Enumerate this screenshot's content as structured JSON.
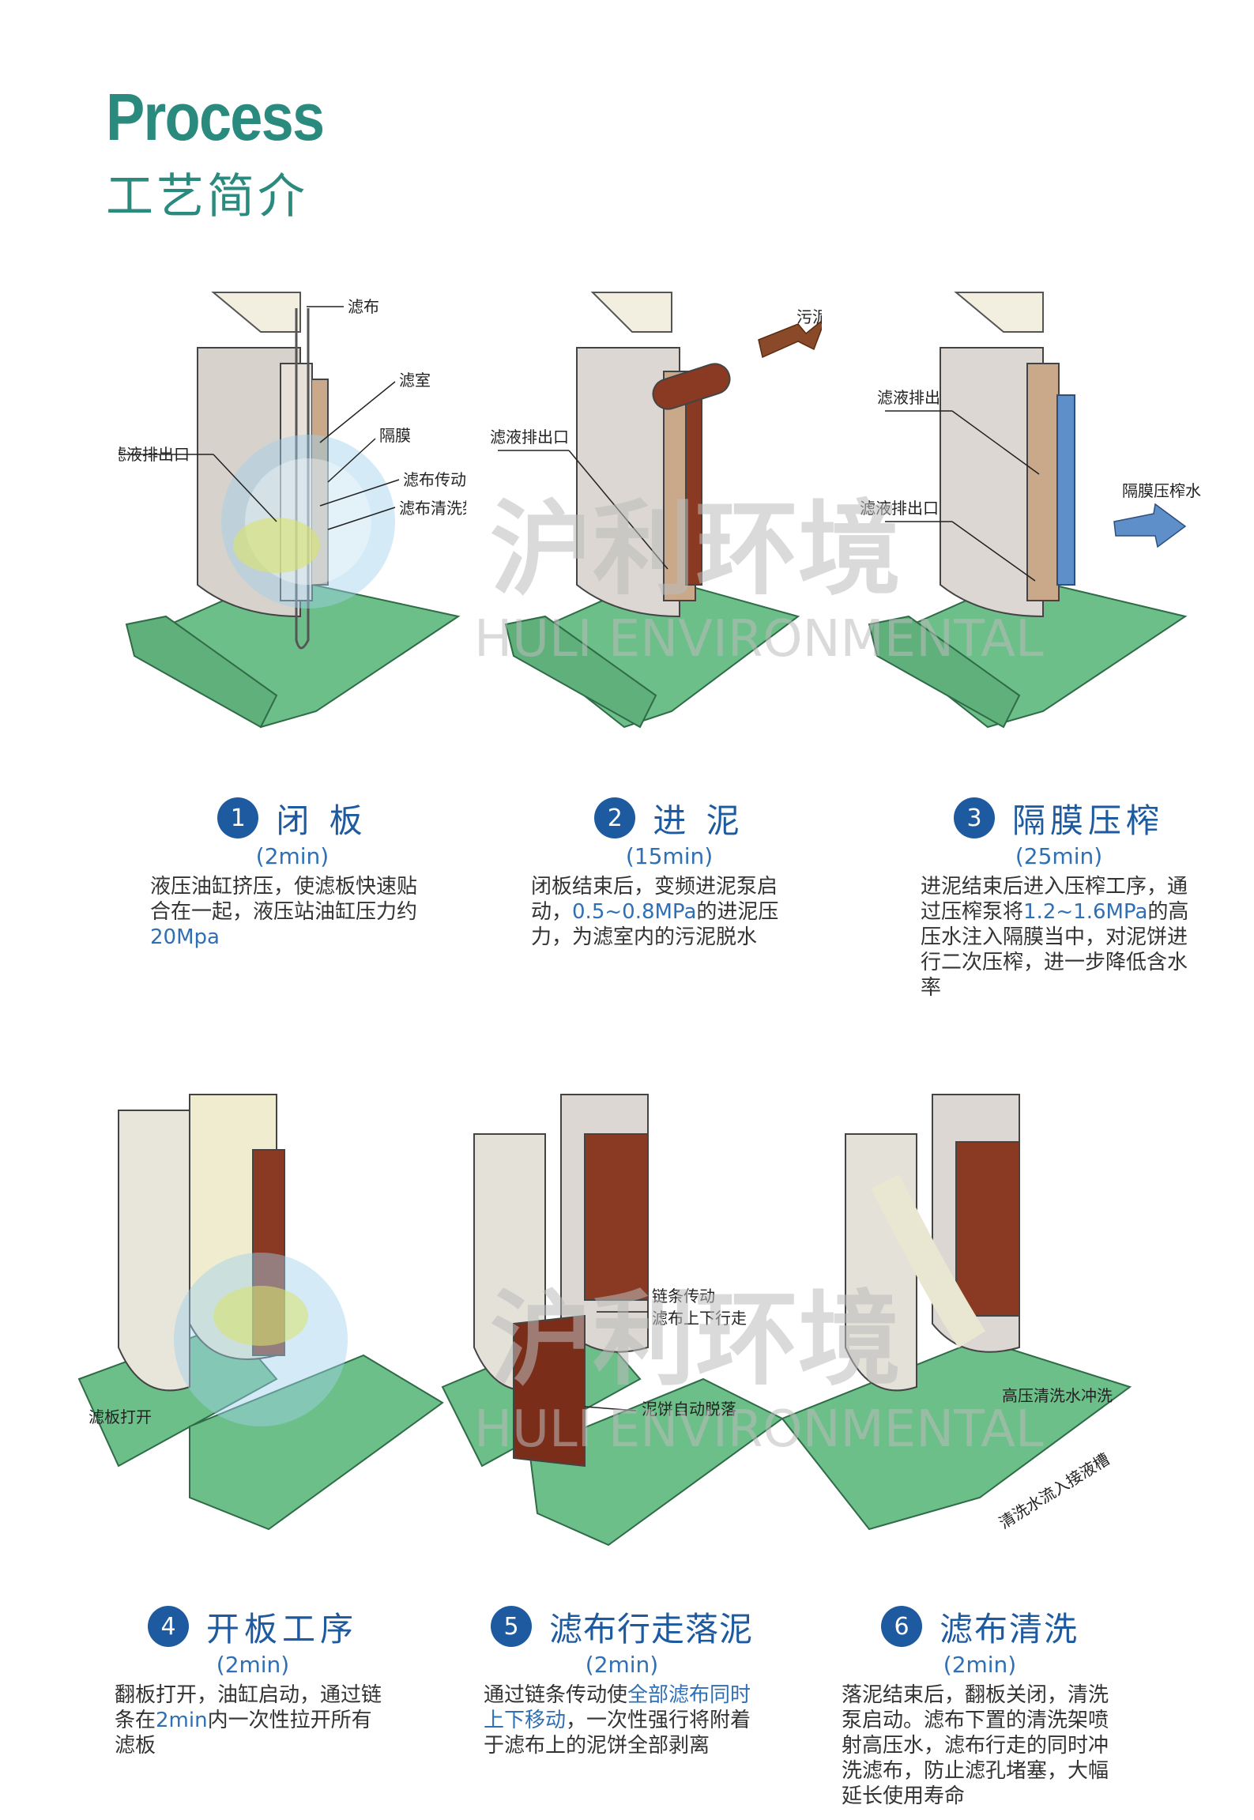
{
  "header": {
    "title_en": "Process",
    "title_cn": "工艺简介"
  },
  "watermark": {
    "cn": "沪利环境",
    "en": "HULI ENVIRONMENTAL"
  },
  "steps": [
    {
      "num": "1",
      "title": "闭 板",
      "duration": "(2min)",
      "desc_a": "液压油缸挤压，使滤板快速贴合在一起，液压站油缸压力约",
      "desc_hl": "20Mpa",
      "desc_b": ""
    },
    {
      "num": "2",
      "title": "进 泥",
      "duration": "(15min)",
      "desc_a": "闭板结束后，变频进泥泵启动，",
      "desc_hl": "0.5~0.8MPa",
      "desc_b": "的进泥压力，为滤室内的污泥脱水"
    },
    {
      "num": "3",
      "title": "隔膜压榨",
      "duration": "(25min)",
      "desc_a": "进泥结束后进入压榨工序，通过压榨泵将",
      "desc_hl": "1.2~1.6MPa",
      "desc_b": "的高压水注入隔膜当中，对泥饼进行二次压榨，进一步降低含水率"
    },
    {
      "num": "4",
      "title": "开板工序",
      "duration": "(2min)",
      "desc_a": "翻板打开，油缸启动，通过链条在",
      "desc_hl": "2min",
      "desc_b": "内一次性拉开所有滤板"
    },
    {
      "num": "5",
      "title": "滤布行走落泥",
      "duration": "(2min)",
      "desc_a": "通过链条传动使",
      "desc_hl": "全部滤布同时上下移动",
      "desc_b": "，一次性强行将附着于滤布上的泥饼全部剥离"
    },
    {
      "num": "6",
      "title": "滤布清洗",
      "duration": "(2min)",
      "desc_a": "落泥结束后，翻板关闭，清洗泵启动。滤布下置的清洗架喷射高压水，滤布行走的同时冲洗滤布，防止滤孔堵塞，大幅延长使用寿命",
      "desc_hl": "",
      "desc_b": ""
    }
  ],
  "diagram_labels": {
    "d1": {
      "cloth": "滤布",
      "chamber": "滤室",
      "membrane": "隔膜",
      "outlet": "滤液排出口",
      "drive": "滤布传动装置",
      "rack": "滤布清洗架"
    },
    "d2": {
      "feed": "污泥进料",
      "outlet": "滤液排出口"
    },
    "d3": {
      "drain": "滤液排出",
      "water": "隔膜压榨水",
      "outlet": "滤液排出口"
    },
    "d4": {
      "open": "滤板打开"
    },
    "d5": {
      "chain1": "链条传动",
      "chain2": "滤布上下行走",
      "cake": "泥饼自动脱落"
    },
    "d6": {
      "wash": "高压清洗水冲洗",
      "flow": "清洗水流入接液槽"
    }
  },
  "colors": {
    "teal": "#2b8a7e",
    "blue": "#1e5aa0",
    "highlight": "#2f6fb4",
    "green": "#6fbf8a",
    "cake": "#8a3a22"
  }
}
